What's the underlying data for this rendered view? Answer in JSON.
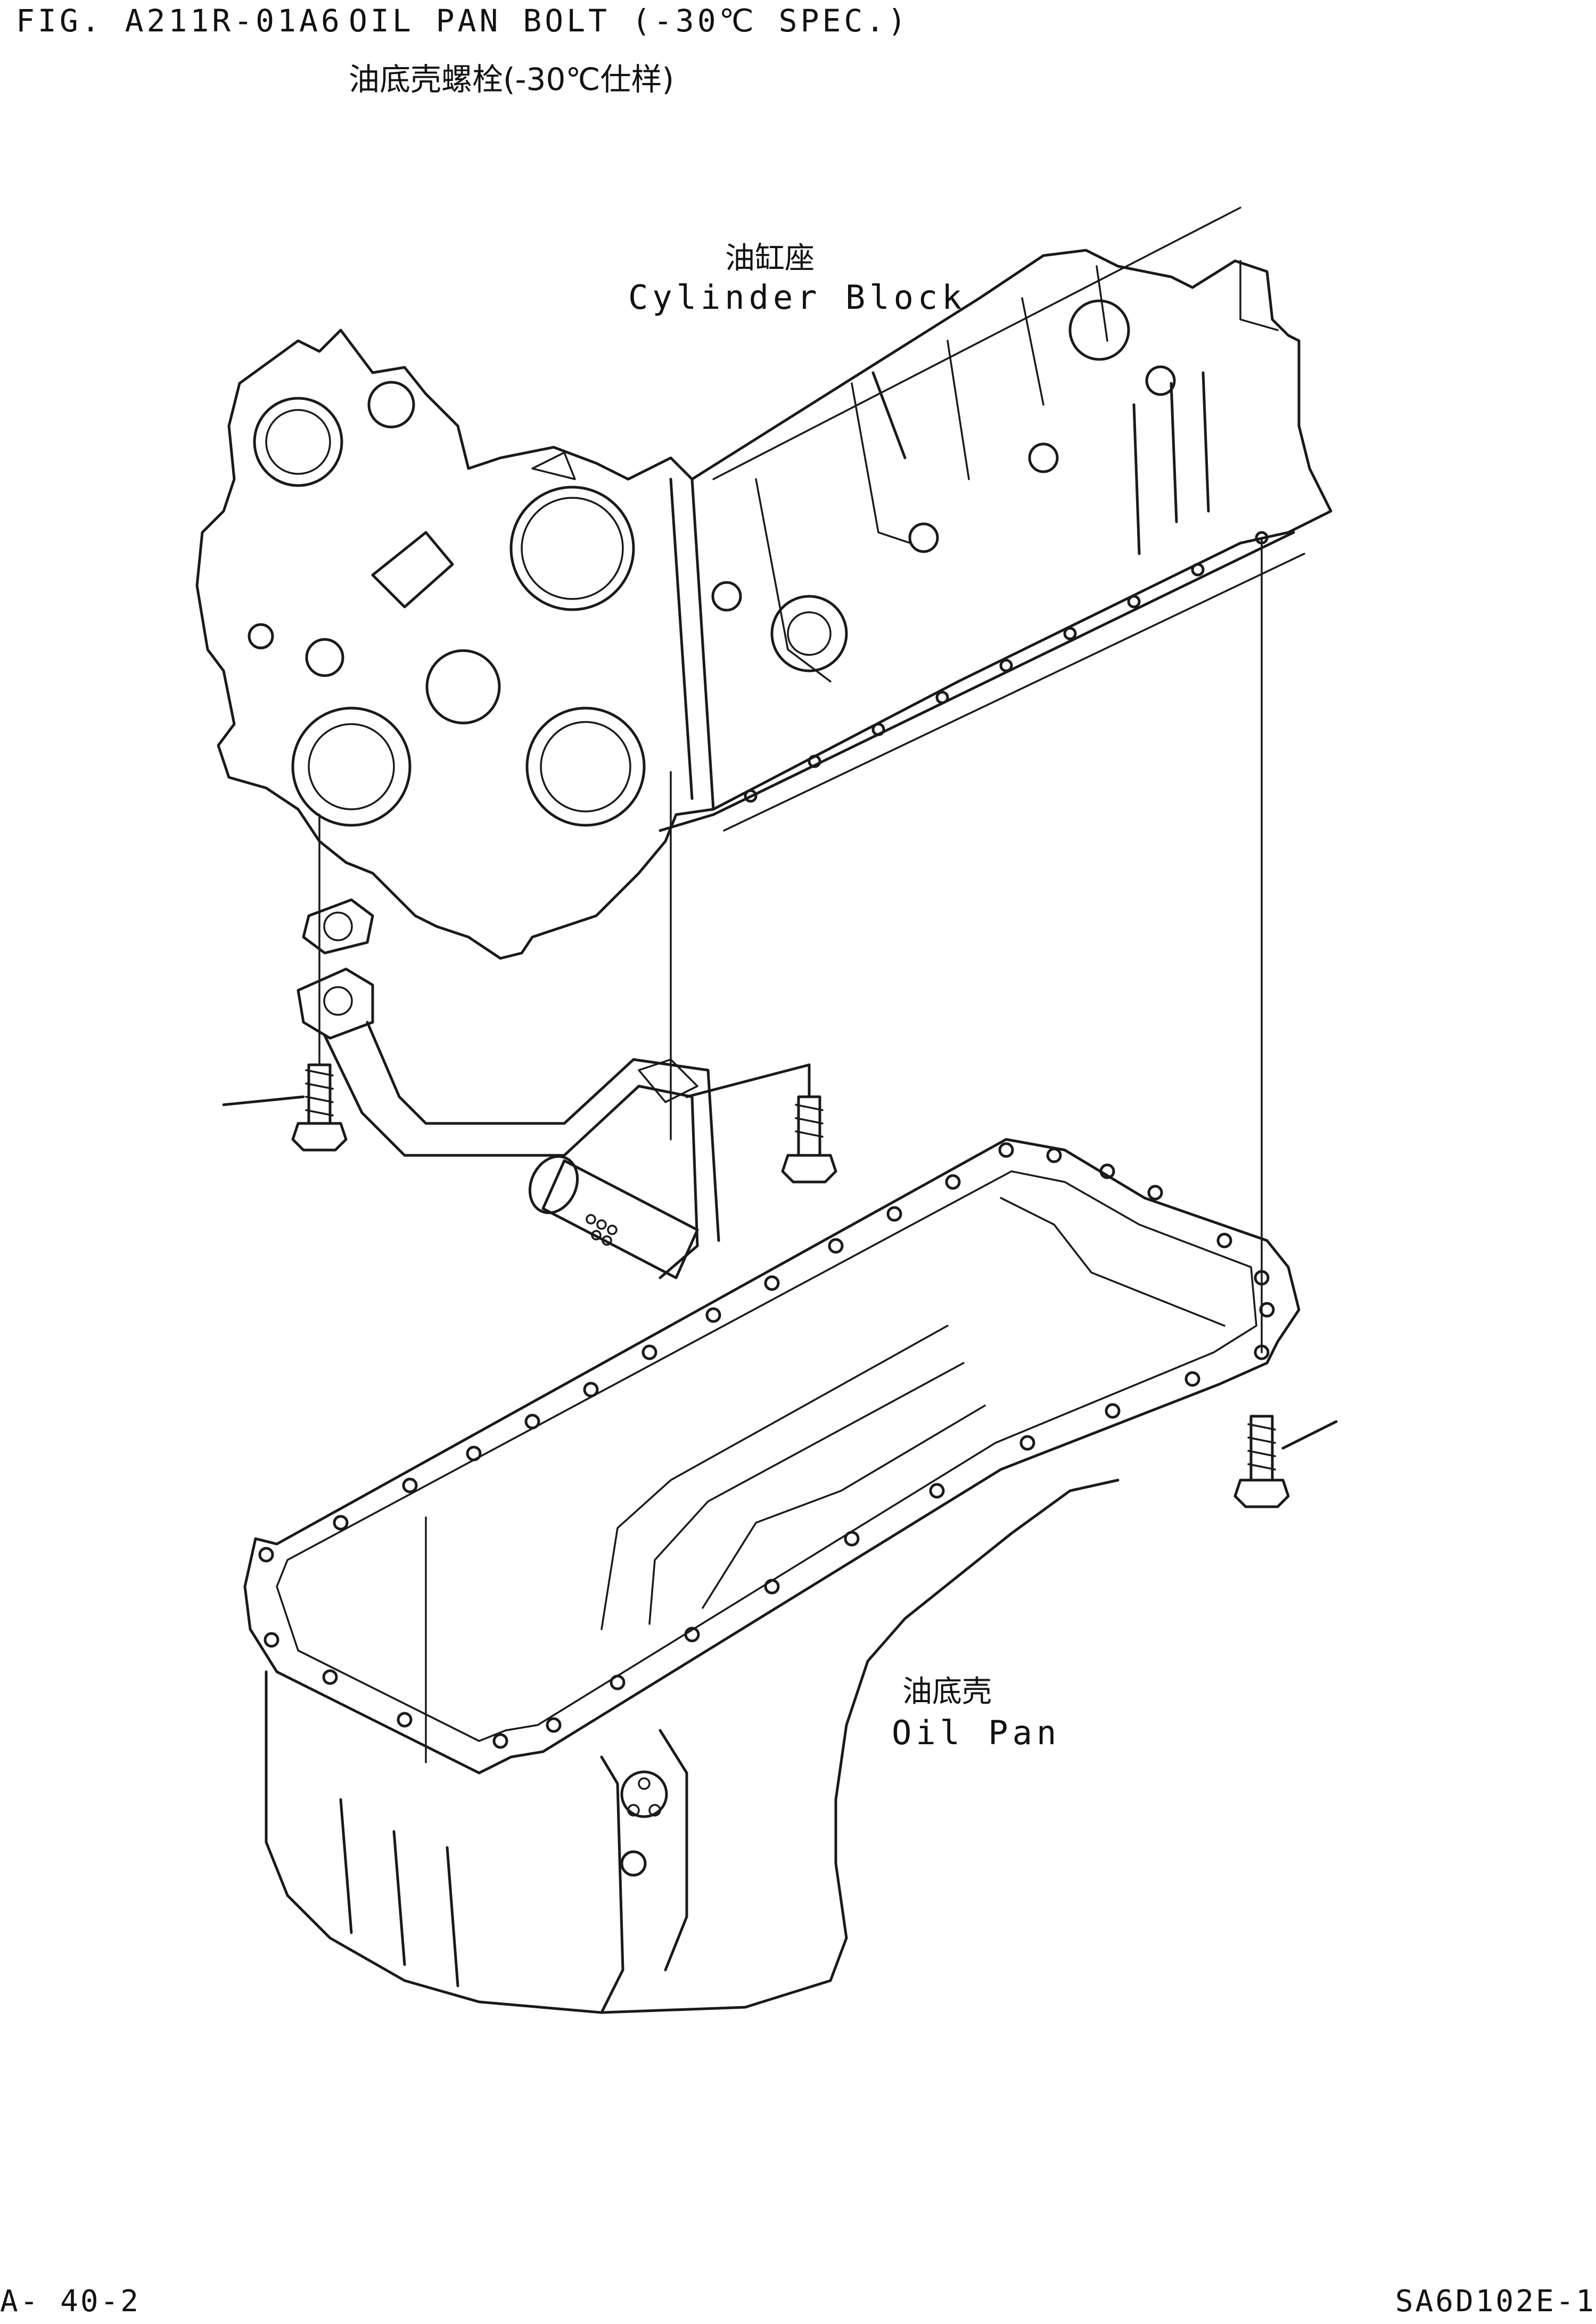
{
  "header": {
    "fig_code": "FIG. A211R-01A6",
    "title_en": "OIL PAN BOLT (-30℃ SPEC.)",
    "title_cn": "油底壳螺栓(-30℃仕样)"
  },
  "labels": {
    "cylinder_block_cn": "油缸座",
    "cylinder_block_en": "Cylinder Block",
    "oil_pan_cn": "油底壳",
    "oil_pan_en": "Oil Pan"
  },
  "footer": {
    "page": "A- 40-2",
    "doc_code": "SA6D102E-1"
  }
}
